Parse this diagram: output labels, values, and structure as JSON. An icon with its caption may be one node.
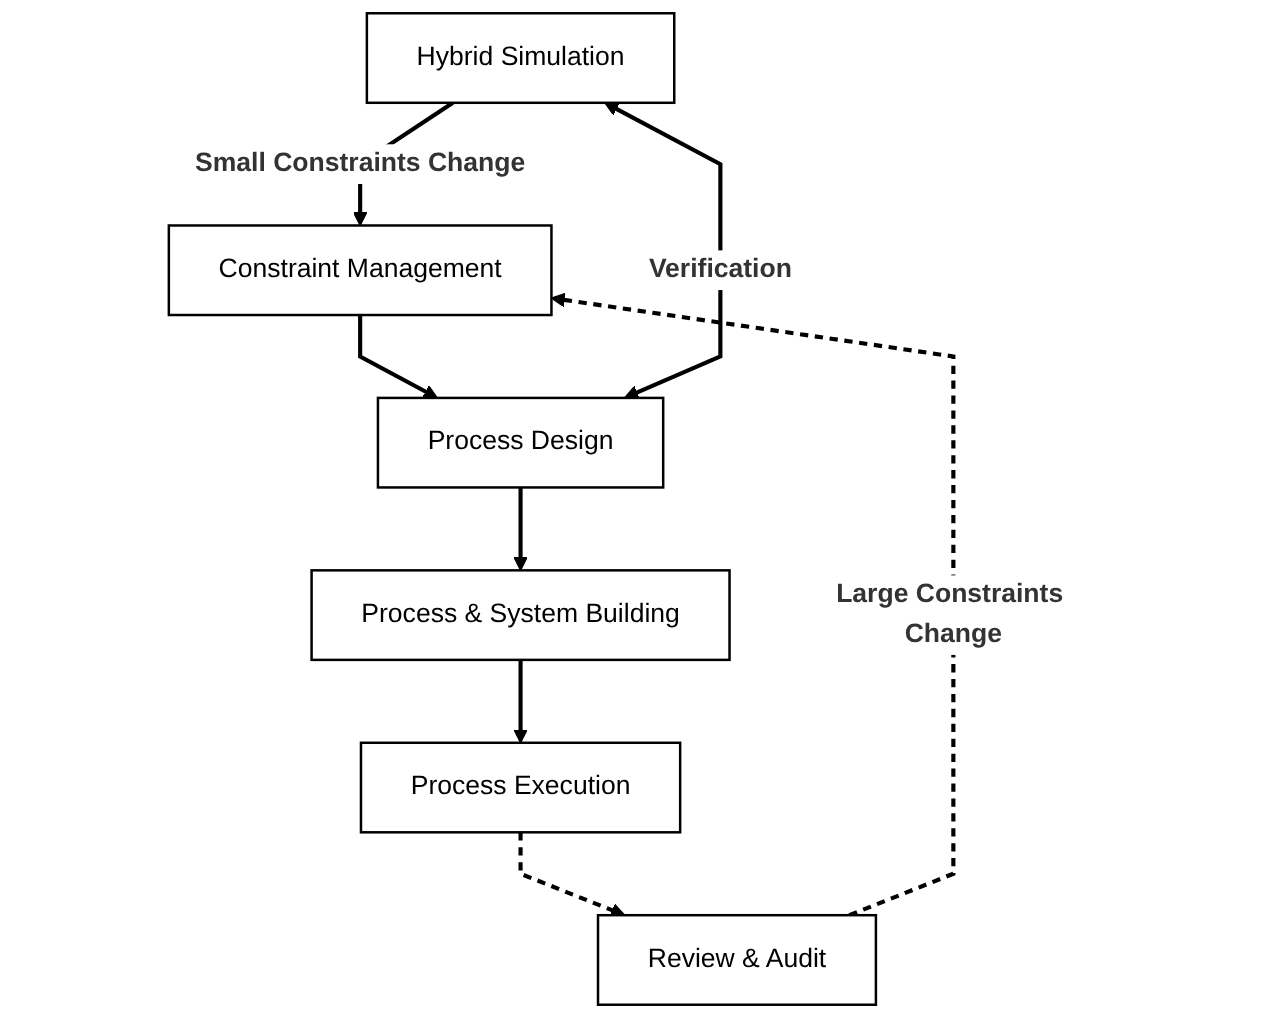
{
  "diagram": {
    "nodes": [
      {
        "text": [
          "Hybrid Simulation"
        ]
      },
      {
        "text": [
          "Constraint Management"
        ]
      },
      {
        "text": [
          "Process Design"
        ]
      },
      {
        "text": [
          "Process & System Building"
        ]
      },
      {
        "text": [
          "Process Execution"
        ]
      },
      {
        "text": [
          "Review & Audit"
        ]
      }
    ],
    "edges": [
      {
        "from": 0,
        "to": 1,
        "arrow": "to",
        "label": "Small Constraints Change"
      },
      {
        "from": 1,
        "to": 2,
        "arrow": "to"
      },
      {
        "from": 2,
        "to": 0,
        "arrow": "both",
        "label": "Verification"
      },
      {
        "from": 2,
        "to": 3,
        "arrow": "to"
      },
      {
        "from": 3,
        "to": 4,
        "arrow": "to"
      },
      {
        "from": 4,
        "to": 5,
        "arrow": "to",
        "style": "dashed"
      },
      {
        "from": 5,
        "to": 1,
        "arrow": "to",
        "style": "dashed",
        "label": "Large Constraints Change"
      }
    ]
  }
}
